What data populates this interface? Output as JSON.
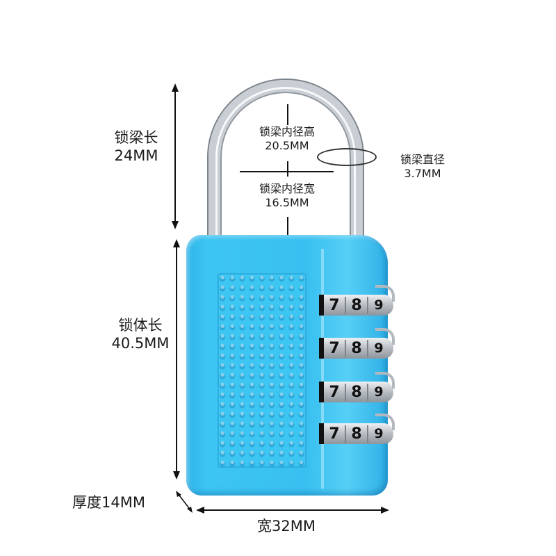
{
  "product": "4-digit combination padlock (blue)",
  "colors": {
    "body": "#3cc4f2",
    "shackle": "#c9ced4",
    "dial_border": "#111111",
    "text": "#1a1a1a"
  },
  "dimensions": {
    "shackle_length": {
      "label": "锁梁长",
      "value": "24MM"
    },
    "shackle_inner_height": {
      "label": "锁梁内径高",
      "value": "20.5MM"
    },
    "shackle_inner_width": {
      "label": "锁梁内径宽",
      "value": "16.5MM"
    },
    "shackle_diameter": {
      "label": "锁梁直径",
      "value": "3.7MM"
    },
    "body_length": {
      "label": "锁体长",
      "value": "40.5MM"
    },
    "thickness": {
      "label": "厚度",
      "value": "14MM",
      "text": "厚度14MM"
    },
    "width": {
      "label": "宽",
      "value": "32MM",
      "text": "宽32MM"
    }
  },
  "dials": [
    {
      "digits": [
        "7",
        "8",
        "9"
      ]
    },
    {
      "digits": [
        "7",
        "8",
        "9"
      ]
    },
    {
      "digits": [
        "7",
        "8",
        "9"
      ]
    },
    {
      "digits": [
        "7",
        "8",
        "9"
      ]
    }
  ]
}
